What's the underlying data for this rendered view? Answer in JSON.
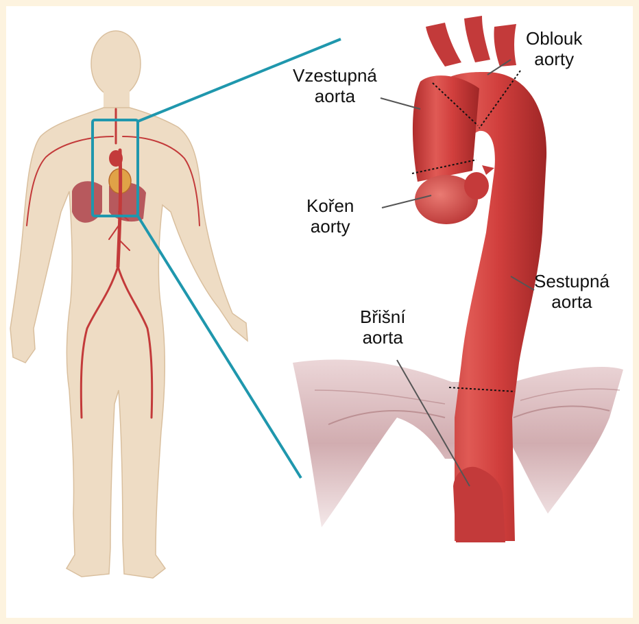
{
  "labels": {
    "aortic_arch": {
      "line1": "Oblouk",
      "line2": "aorty"
    },
    "ascending_aorta": {
      "line1": "Vzestupná",
      "line2": "aorta"
    },
    "aortic_root": {
      "line1": "Kořen",
      "line2": "aorty"
    },
    "descending_aorta": {
      "line1": "Sestupná",
      "line2": "aorta"
    },
    "abdominal_aorta": {
      "line1": "Břišní",
      "line2": "aorta"
    }
  },
  "colors": {
    "frame": "#fdf3df",
    "skin": "#eedcc4",
    "skin_outline": "#d9bf9e",
    "vessel": "#c33a3a",
    "aorta": "#cf3b3a",
    "aorta_dark": "#a82a2a",
    "zoom_lines": "#1f97ad",
    "diaphragm": "#b27d80",
    "lungs": "#b04a52"
  }
}
